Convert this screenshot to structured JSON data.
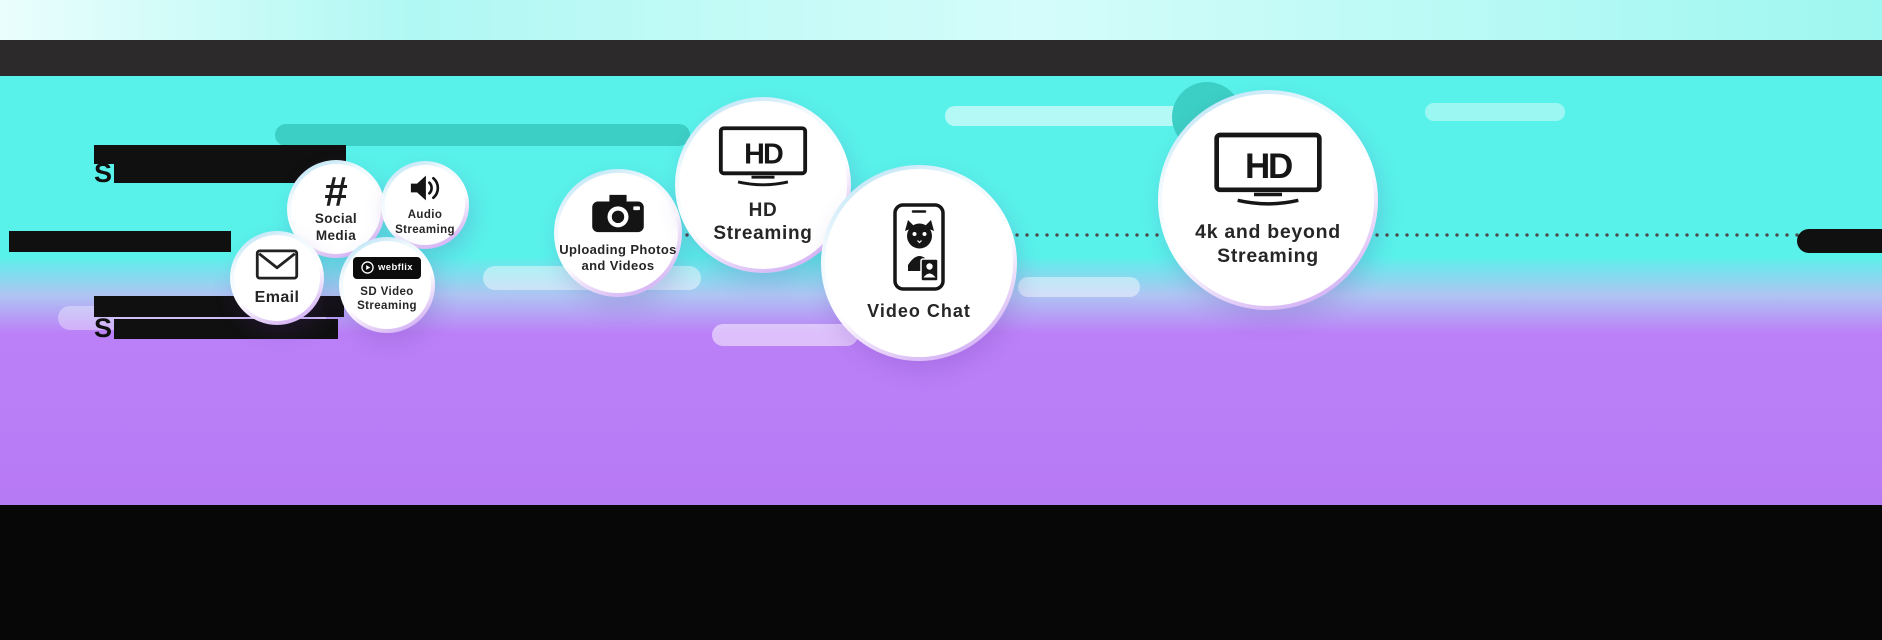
{
  "palette": {
    "cyan": "#59F2EA",
    "purple": "#B77AF5",
    "teal_pill": "#3CCFC5",
    "top_bar": "#2D2A2B",
    "bottom_bar": "#070707",
    "label_text": "#262626"
  },
  "redacted": {
    "s_top": "S",
    "s_bottom": "S"
  },
  "bubbles": {
    "email": {
      "label": "Email"
    },
    "social": {
      "label": "Social Media",
      "hashtag": "#"
    },
    "audio": {
      "label": "Audio Streaming"
    },
    "sd_video": {
      "label": "SD Video Streaming",
      "badge_text": "webflix"
    },
    "upload": {
      "label": "Uploading Photos and Videos"
    },
    "hd": {
      "label": "HD Streaming",
      "screen_text": "HD"
    },
    "video_chat": {
      "label": "Video Chat"
    },
    "uhd": {
      "label": "4k and beyond Streaming",
      "screen_text": "HD"
    }
  }
}
